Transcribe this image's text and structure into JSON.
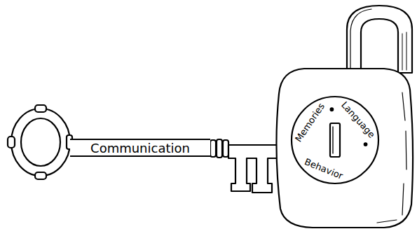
{
  "diagram": {
    "nodes": [
      {
        "text": [
          "Communication"
        ]
      },
      {
        "text": [
          "Memories",
          "Language",
          "Behavior"
        ]
      }
    ]
  }
}
